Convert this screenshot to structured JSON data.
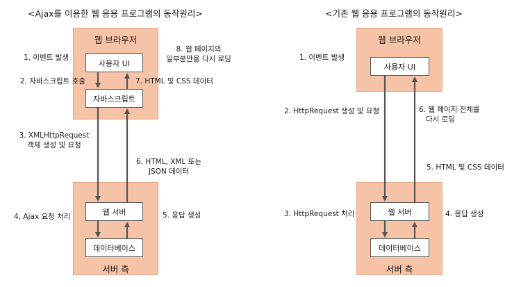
{
  "left": {
    "title": "<Ajax를 이용한 웹 응용 프로그램의 동작원리>",
    "browser_title": "웹 브라우저",
    "ui_box": "사용자 UI",
    "js_box": "자바스크립트",
    "server_title": "서버 측",
    "web_server_box": "웹 서버",
    "db_box": "데이터베이스",
    "step1": "1. 이벤트 발생",
    "step2": "2. 자바스크립트 호출",
    "step3_line1": "3. XMLHttpRequest",
    "step3_line2": "객체 생성 및 요청",
    "step4": "4. Ajax 요청 처리",
    "step5": "5. 응답 생성",
    "step6_line1": "6. HTML, XML 또는",
    "step6_line2": "JSON 데이터",
    "step7": "7. HTML 및 CSS 데이터",
    "step8_line1": "8. 웹 페이지의",
    "step8_line2": "일부분만을 다시 로딩"
  },
  "right": {
    "title": "<기존 웹 응용 프로그램의 동작원리>",
    "browser_title": "웹 브라우저",
    "ui_box": "사용자 UI",
    "server_title": "서버 측",
    "web_server_box": "웹 서버",
    "db_box": "데이터베이스",
    "step1": "1. 이벤트 발생",
    "step2": "2. HttpRequest 생성 및 요청",
    "step3": "3. HttpRequest 처리",
    "step4": "4. 응답 생성",
    "step5": "5. HTML 및 CSS 데이터",
    "step6_line1": "6. 웹 페이지 전체를",
    "step6_line2": "다시 로딩"
  },
  "colors": {
    "container_fill": "#f6c3a6",
    "arrow": "#555555"
  }
}
